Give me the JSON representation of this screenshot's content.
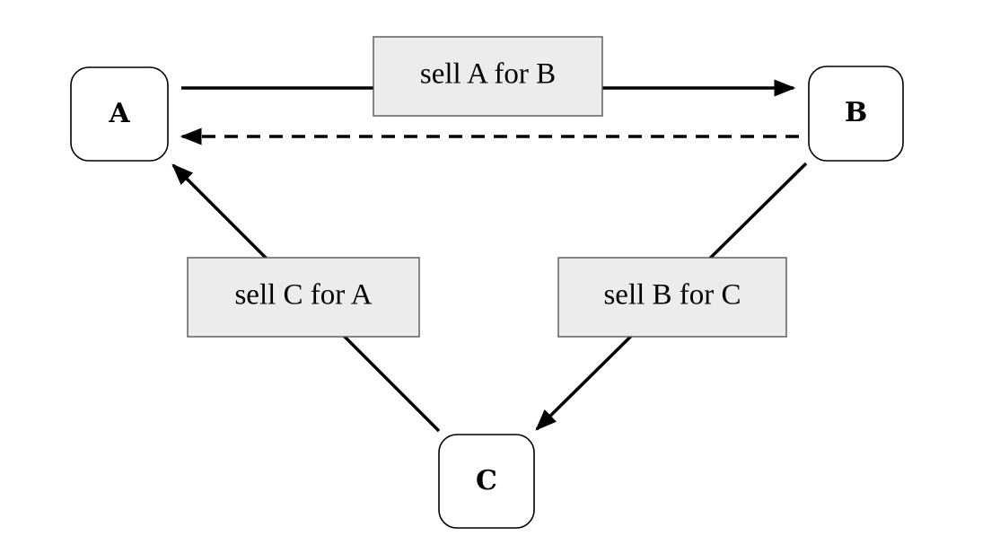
{
  "nodes": {
    "a": {
      "label": "A"
    },
    "b": {
      "label": "B"
    },
    "c": {
      "label": "C"
    }
  },
  "edges": {
    "a_to_b": {
      "label": "sell A for B",
      "style": "solid"
    },
    "b_to_a": {
      "label": "",
      "style": "dashed"
    },
    "b_to_c": {
      "label": "sell B for C",
      "style": "solid"
    },
    "c_to_a": {
      "label": "sell C for A",
      "style": "solid"
    }
  },
  "colors": {
    "node_fill": "#ffffff",
    "edge_label_fill": "#ececec",
    "stroke": "#000000"
  }
}
